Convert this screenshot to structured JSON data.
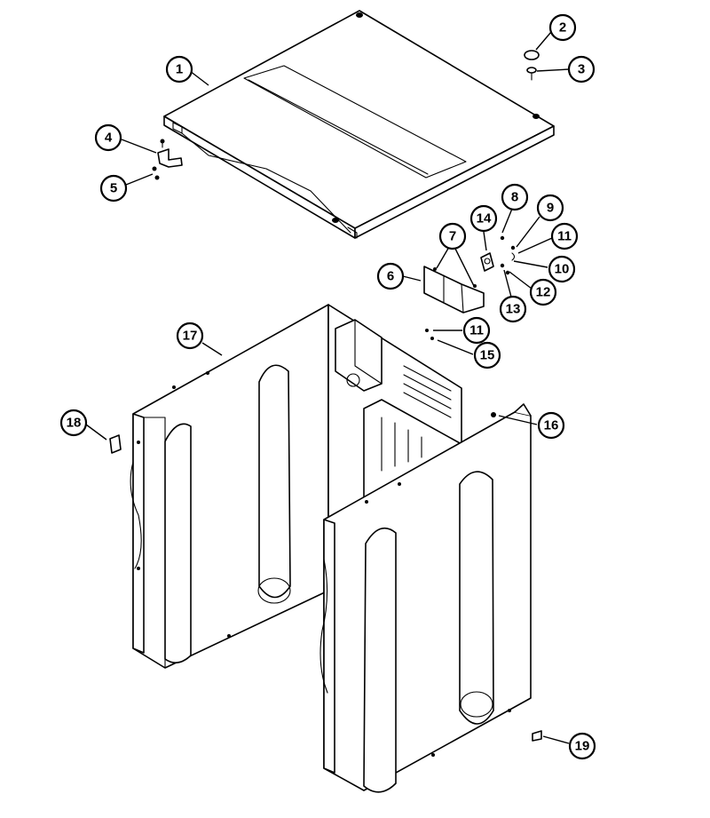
{
  "callouts": [
    {
      "id": "c1",
      "label": "1"
    },
    {
      "id": "c2",
      "label": "2"
    },
    {
      "id": "c3",
      "label": "3"
    },
    {
      "id": "c4",
      "label": "4"
    },
    {
      "id": "c5",
      "label": "5"
    },
    {
      "id": "c6",
      "label": "6"
    },
    {
      "id": "c7",
      "label": "7"
    },
    {
      "id": "c8",
      "label": "8"
    },
    {
      "id": "c9",
      "label": "9"
    },
    {
      "id": "c10",
      "label": "10"
    },
    {
      "id": "c11a",
      "label": "11"
    },
    {
      "id": "c11b",
      "label": "11"
    },
    {
      "id": "c12",
      "label": "12"
    },
    {
      "id": "c13",
      "label": "13"
    },
    {
      "id": "c14",
      "label": "14"
    },
    {
      "id": "c15",
      "label": "15"
    },
    {
      "id": "c16",
      "label": "16"
    },
    {
      "id": "c17",
      "label": "17"
    },
    {
      "id": "c18",
      "label": "18"
    },
    {
      "id": "c19",
      "label": "19"
    }
  ]
}
